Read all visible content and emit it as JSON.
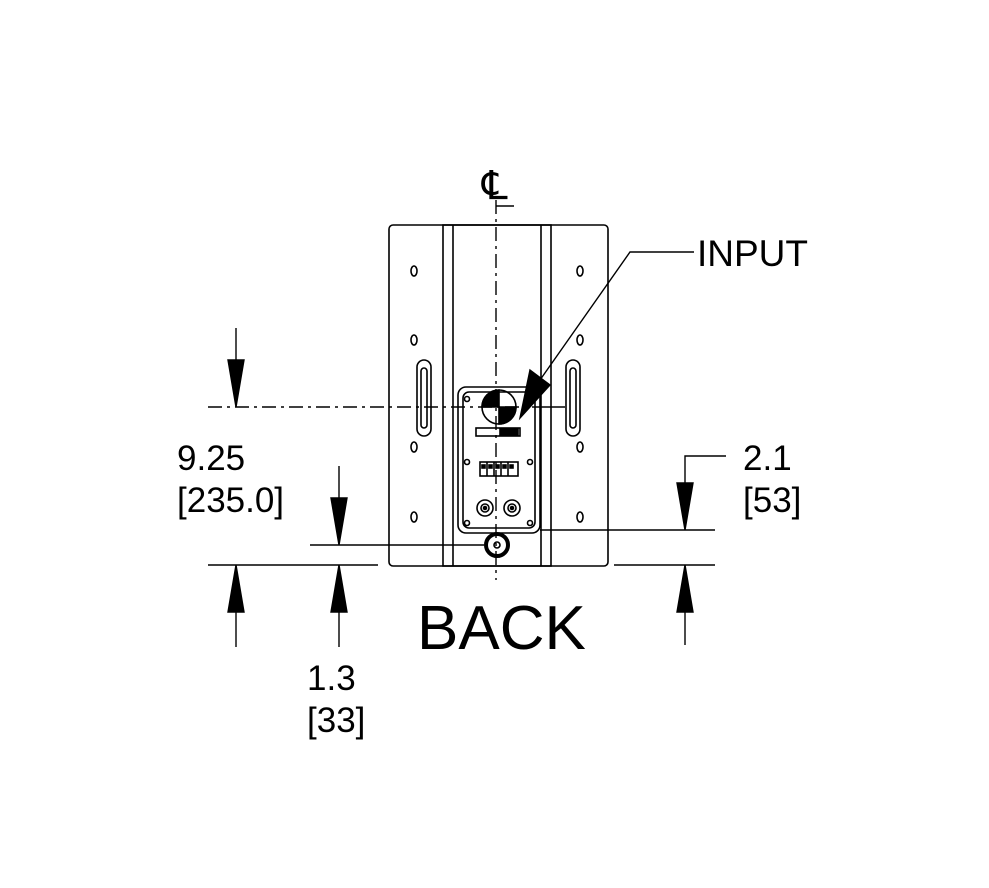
{
  "view_title": "BACK",
  "callout": {
    "input_label": "INPUT"
  },
  "centerline_symbol": "℄",
  "dimensions": {
    "overall_height": {
      "inches": "9.25",
      "mm": "[235.0]"
    },
    "bottom_offset": {
      "inches": "1.3",
      "mm": "[33]"
    },
    "input_plate_offset": {
      "inches": "2.1",
      "mm": "[53]"
    }
  }
}
